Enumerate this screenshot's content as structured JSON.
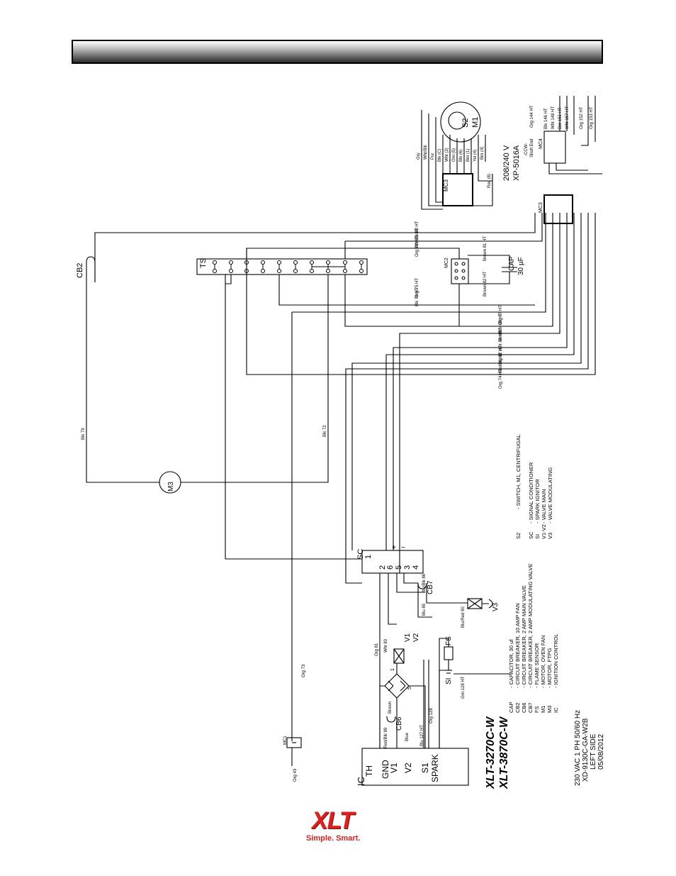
{
  "header": {
    "title": ""
  },
  "components": {
    "ic": "IC",
    "ic_terms": [
      "TH",
      "GND",
      "V1",
      "V2",
      "S1",
      "SPARK"
    ],
    "sc": "SC",
    "sc_terms": [
      "1",
      "2",
      "6",
      "5",
      "3",
      "4"
    ],
    "sc_plus": "+",
    "sc_minus": "−",
    "ts": "TS",
    "m3": "M3",
    "cb2": "CB2",
    "cb6": "CB6",
    "cb7": "CB7",
    "mc1": "MC1",
    "mc2": "MC2",
    "mc3a": "MC3",
    "mc3b": "MC3",
    "mc4": "MC4",
    "cap": "CAP",
    "cap_val": "30 µF",
    "s2": "S2",
    "m1": "M1",
    "v1": "V1",
    "v2": "V2",
    "v3": "V3",
    "fs": "FS",
    "si": "SI",
    "bridge_5": "5",
    "bridge_1": "1",
    "voltage": "208/240 V",
    "part": "XP-5016A",
    "ccw": "-CCW-",
    "shaft": "Shaft End"
  },
  "wires": [
    "Org 43",
    "Org 73",
    "Org 81",
    "Wht 83",
    "Red/Blk 89",
    "Brown",
    "Blue",
    "Blu 127 HT",
    "Org 128",
    "Grn 128 HT",
    "Blu 85",
    "Blu/Red 90",
    "Blu/Blk 86",
    "Blk 79",
    "Blk 72",
    "Org 74 HT",
    "Red 88 HT",
    "Org 82 HT",
    "Wht 84 HT",
    "Brn 87 HT",
    "Wht 70 HT",
    "Org 77 HT",
    "Blk 76 HT",
    "Org 75 HT",
    "Brown 82 HT",
    "Brown 81 HT",
    "Org 73 HT",
    "Wht 71 HT",
    "Blk 80 HT",
    "Gry",
    "Wht/Blk",
    "Pur",
    "Blk (C)",
    "Wht (2)",
    "Orn (5)",
    "Blk (6)",
    "Brn (1)",
    "Yel (4)",
    "Brn (4)",
    "Red (8)",
    "Org 144 HT",
    "Blk 146 HT",
    "Wht 148 HT",
    "Brn 151 HT",
    "Wht 157 HT",
    "Org 152 HT",
    "Org 153 HT"
  ],
  "legend": [
    {
      "code": "CAP",
      "desc": "- CAPACITOR, 30 uf"
    },
    {
      "code": "CB2",
      "desc": "- CIRCUIT BREAKER, 10 AMP FAN"
    },
    {
      "code": "CB6",
      "desc": "- CIRCUIT BREAKER, 2 AMP MAIN VALVE"
    },
    {
      "code": "CB7",
      "desc": "- CIRCUIT BREAKER, 2 AMP MODULATING VALVE"
    },
    {
      "code": "FS",
      "desc": "- FLAME SENSOR"
    },
    {
      "code": "M1",
      "desc": "- MOTOR, OVEN FAN"
    },
    {
      "code": "M3",
      "desc": "- MOTOR, FTPG"
    },
    {
      "code": "IC",
      "desc": "- IGNITION CONTROL"
    },
    {
      "code": "S2",
      "desc": "- SWITCH, M1, CENTRIFUGAL"
    },
    {
      "code": "SC",
      "desc": "- SIGNAL CONDITIONER"
    },
    {
      "code": "SI",
      "desc": "- SPARK IGNITOR"
    },
    {
      "code": "V1-V2",
      "desc": "- VALVE MAIN"
    },
    {
      "code": "V3",
      "desc": "- VALVE MODULATING"
    }
  ],
  "model": {
    "line1": "XLT-3270C-W",
    "line2": "XLT-3870C-W"
  },
  "info": {
    "line1": "230 VAC 1 PH 50/60 Hz",
    "line2": "XD-9130C-GA-W2B",
    "line3": "LEFT SIDE",
    "line4": "05/08/2012"
  },
  "logo": {
    "word": "XLT",
    "tagline": "Simple. Smart."
  },
  "colors": {
    "ink": "#000000",
    "logo_red": "#e0201e"
  }
}
